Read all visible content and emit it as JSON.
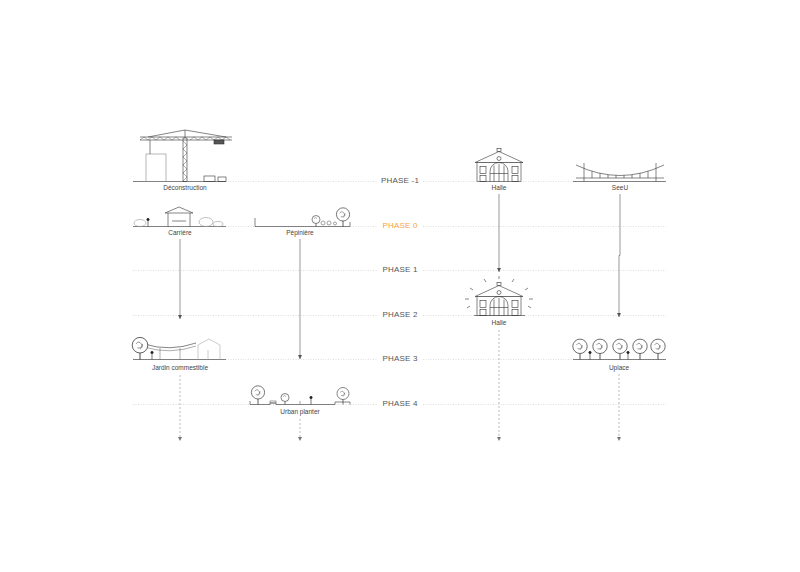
{
  "diagram": {
    "nodes": [
      {
        "text": [
          "Déconstruction"
        ]
      },
      {
        "text": [
          "Halle"
        ]
      },
      {
        "text": [
          "SeeU"
        ]
      },
      {
        "text": [
          "Carrière"
        ]
      },
      {
        "text": [
          "Pépinière"
        ]
      },
      {
        "text": [
          "Halle"
        ]
      },
      {
        "text": [
          "Jardin commestible"
        ]
      },
      {
        "text": [
          "Uplace"
        ]
      },
      {
        "text": [
          "Urban planter"
        ]
      }
    ],
    "edges": [
      {
        "from": 3,
        "to": 6,
        "arrow": "to"
      },
      {
        "from": 4,
        "to": 8,
        "arrow": "to"
      },
      {
        "from": 1,
        "to": 5,
        "arrow": "to"
      },
      {
        "from": 2,
        "to": 7,
        "arrow": "to"
      }
    ],
    "labels": [
      "PHASE -1",
      "PHASE 0",
      "PHASE 1",
      "PHASE 2",
      "PHASE 3",
      "PHASE 4"
    ]
  }
}
